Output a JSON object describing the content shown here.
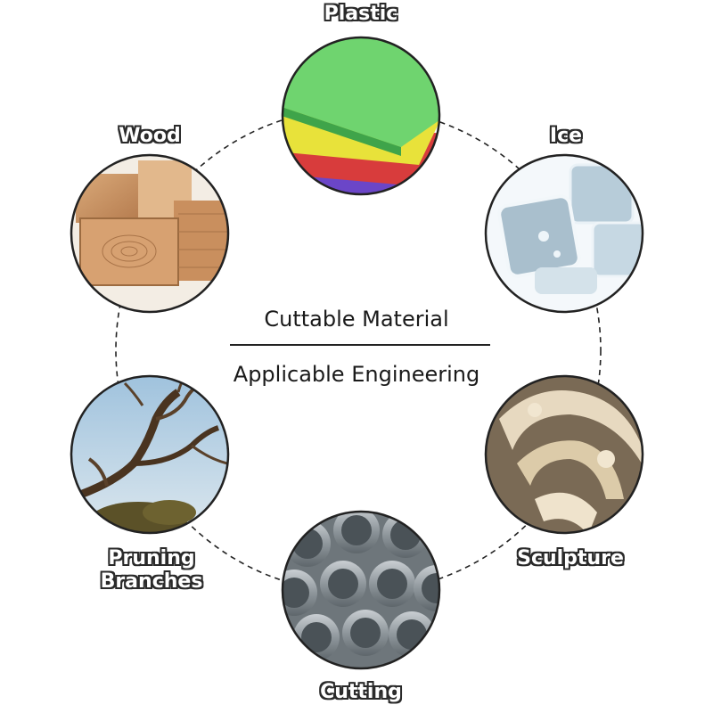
{
  "center": {
    "line1": "Cuttable Material",
    "line2": "Applicable Engineering"
  },
  "nodes": [
    {
      "id": "plastic",
      "label": "Plastic",
      "icon": "plastic-sheets-image"
    },
    {
      "id": "ice",
      "label": "Ice",
      "icon": "ice-cubes-image"
    },
    {
      "id": "sculpture",
      "label": "Sculpture",
      "icon": "stone-carving-image"
    },
    {
      "id": "cutting",
      "label": "Cutting",
      "icon": "metal-pipes-image"
    },
    {
      "id": "pruning",
      "label": "Pruning Branches",
      "icon": "tree-branches-image"
    },
    {
      "id": "wood",
      "label": "Wood",
      "icon": "wood-planks-image"
    }
  ],
  "colors": {
    "ring_stroke": "#222222",
    "label_fill": "#ffffff",
    "label_outline": "#2a2a2a"
  }
}
